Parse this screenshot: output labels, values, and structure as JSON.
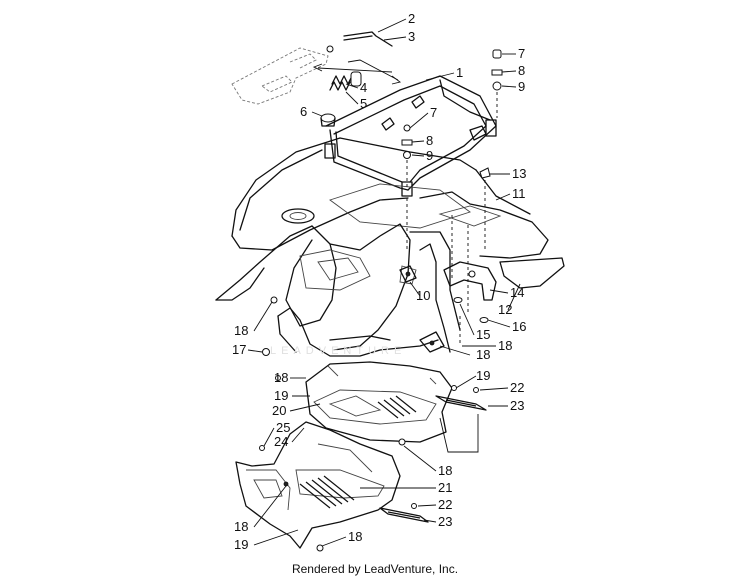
{
  "watermark_text": "LEADVENTURE",
  "credit": "Rendered by LeadVenture, Inc.",
  "callouts": [
    {
      "id": "c2a",
      "text": "2"
    },
    {
      "id": "c3a",
      "text": "3"
    },
    {
      "id": "c4",
      "text": "4"
    },
    {
      "id": "c5",
      "text": "5"
    },
    {
      "id": "c1",
      "text": "1"
    },
    {
      "id": "c6",
      "text": "6"
    },
    {
      "id": "c7a",
      "text": "7"
    },
    {
      "id": "c8a",
      "text": "8"
    },
    {
      "id": "c9a",
      "text": "9"
    },
    {
      "id": "c7b",
      "text": "7"
    },
    {
      "id": "c8b",
      "text": "8"
    },
    {
      "id": "c9b",
      "text": "9"
    },
    {
      "id": "c13",
      "text": "13"
    },
    {
      "id": "c11",
      "text": "11"
    },
    {
      "id": "c10",
      "text": "10"
    },
    {
      "id": "c14",
      "text": "14"
    },
    {
      "id": "c12",
      "text": "12"
    },
    {
      "id": "c15",
      "text": "15"
    },
    {
      "id": "c16",
      "text": "16"
    },
    {
      "id": "c18a",
      "text": "18"
    },
    {
      "id": "c17",
      "text": "17"
    },
    {
      "id": "c18b",
      "text": "18"
    },
    {
      "id": "c18c",
      "text": "18"
    },
    {
      "id": "c18d",
      "text": "18"
    },
    {
      "id": "c19a",
      "text": "19"
    },
    {
      "id": "c22a",
      "text": "22"
    },
    {
      "id": "c19b",
      "text": "19"
    },
    {
      "id": "c23a",
      "text": "23"
    },
    {
      "id": "c20",
      "text": "20"
    },
    {
      "id": "c25",
      "text": "25"
    },
    {
      "id": "c24",
      "text": "24"
    },
    {
      "id": "c18e",
      "text": "18"
    },
    {
      "id": "c21",
      "text": "21"
    },
    {
      "id": "c22b",
      "text": "22"
    },
    {
      "id": "c23b",
      "text": "23"
    },
    {
      "id": "c18f",
      "text": "18"
    },
    {
      "id": "c19c",
      "text": "19"
    },
    {
      "id": "c18g",
      "text": "18"
    }
  ]
}
